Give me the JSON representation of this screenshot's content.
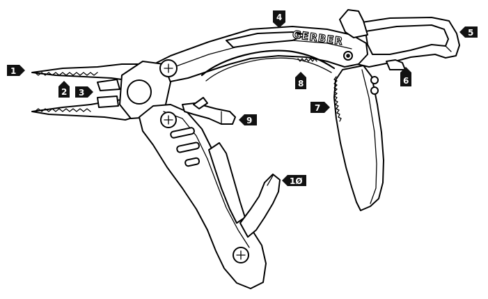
{
  "brand": "GERBER",
  "callouts": [
    {
      "label": "1"
    },
    {
      "label": "2"
    },
    {
      "label": "3"
    },
    {
      "label": "4"
    },
    {
      "label": "5"
    },
    {
      "label": "6"
    },
    {
      "label": "7"
    },
    {
      "label": "8"
    },
    {
      "label": "9"
    },
    {
      "label": "1Ø"
    }
  ]
}
